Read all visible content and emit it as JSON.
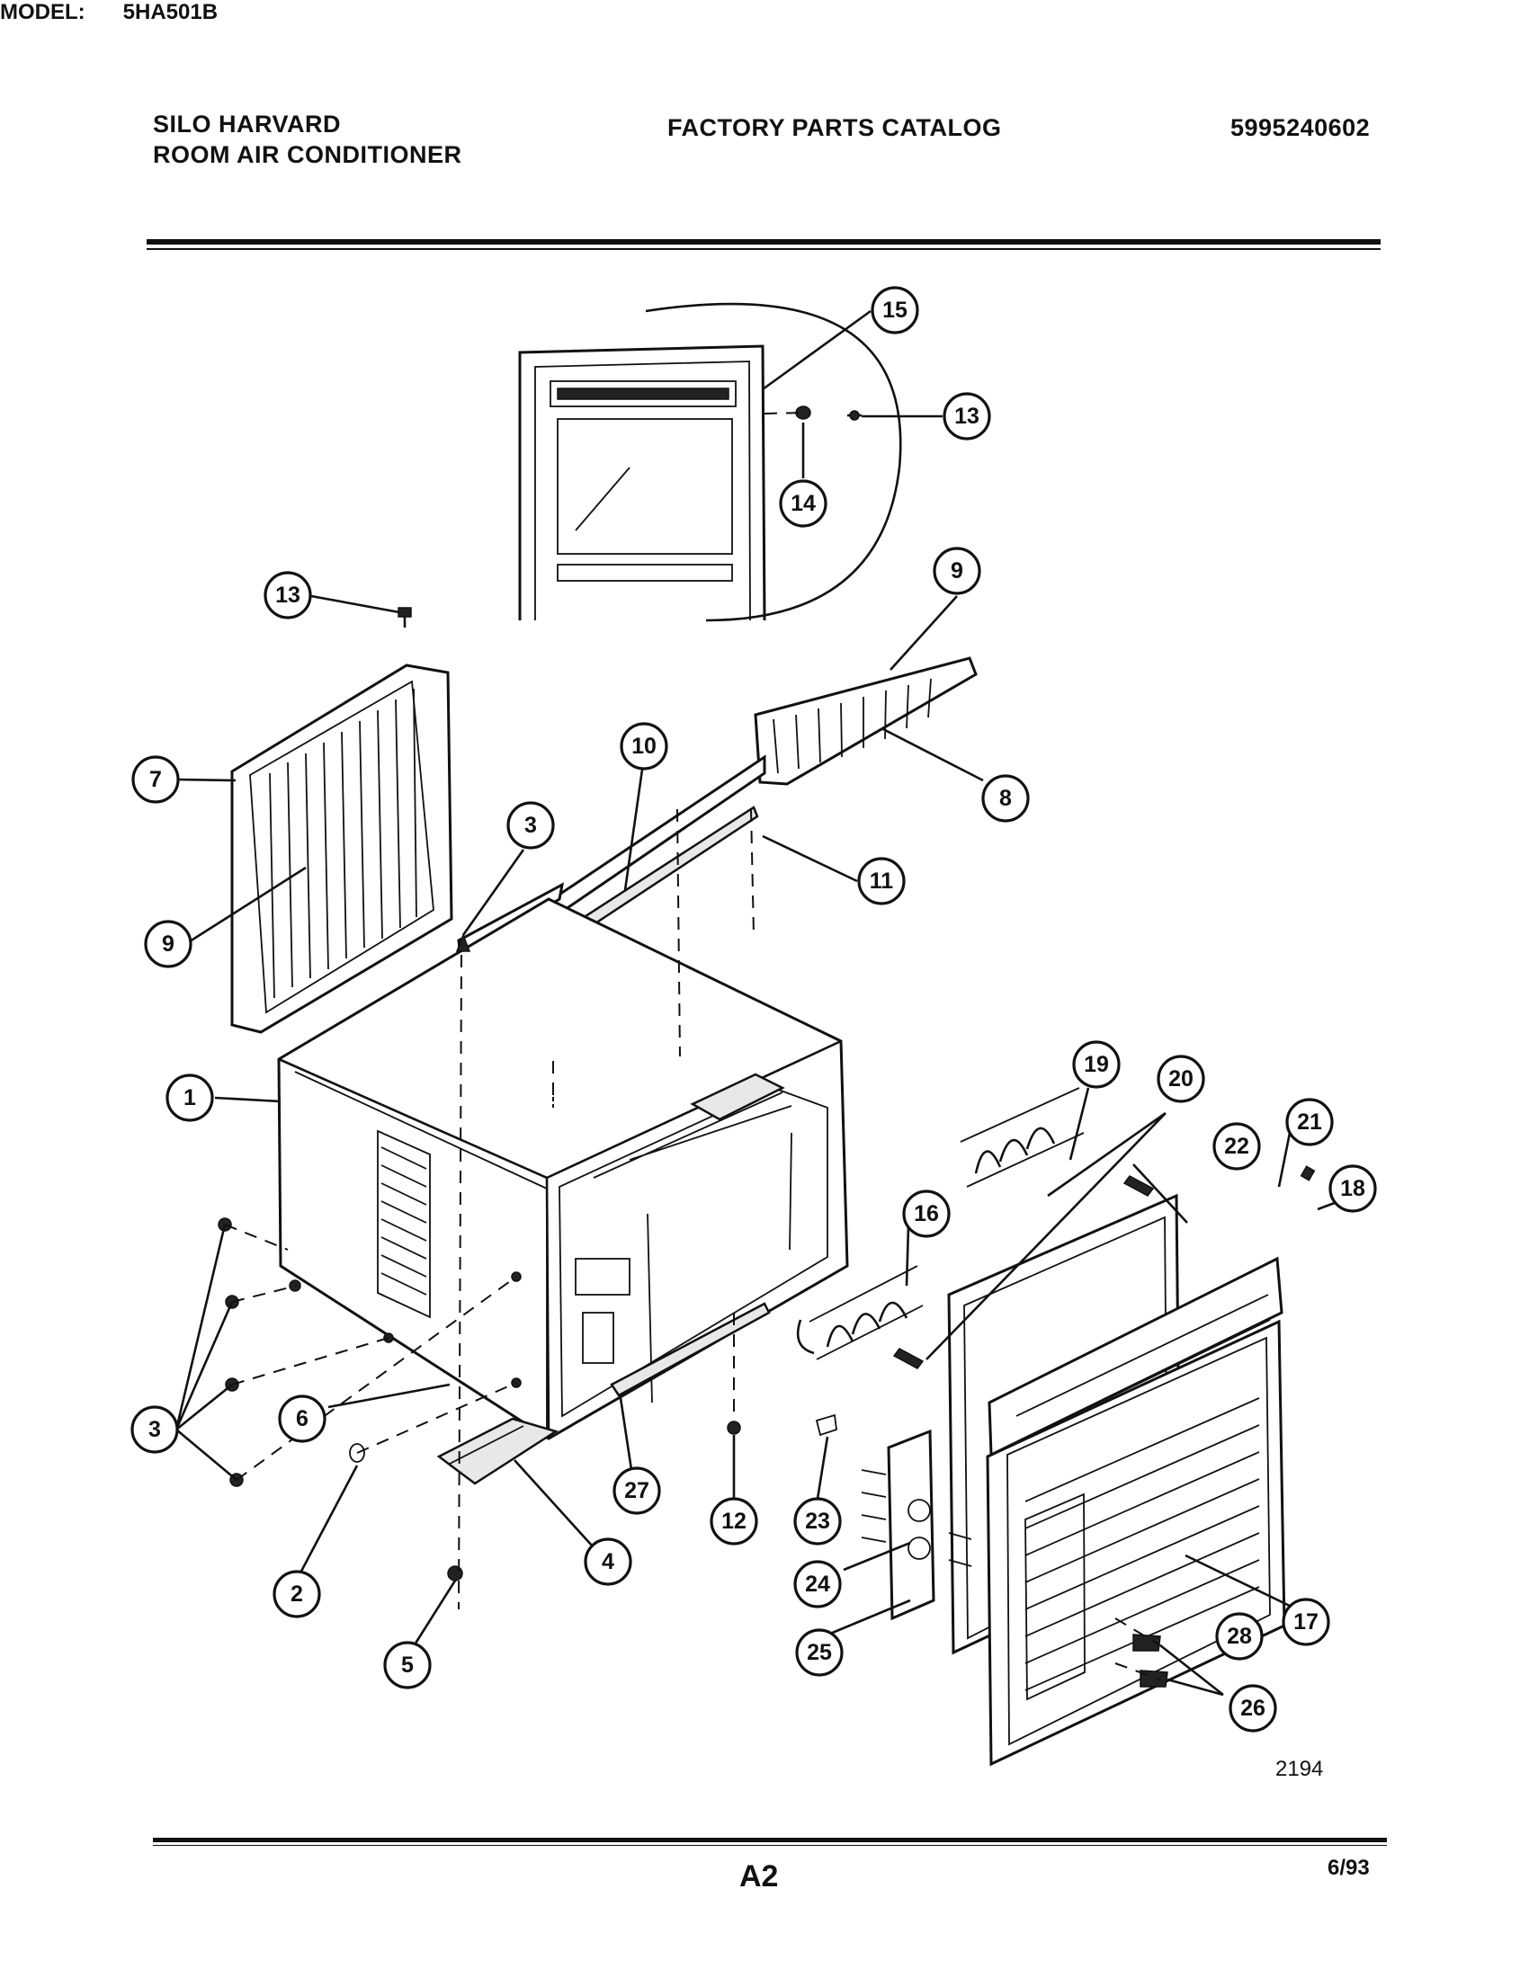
{
  "header": {
    "brand_line1": "SILO HARVARD",
    "brand_line2": "ROOM AIR CONDITIONER",
    "catalog_title": "FACTORY PARTS CATALOG",
    "part_number": "5995240602"
  },
  "model": {
    "label": "MODEL:",
    "value": "5HA501B"
  },
  "callouts": [
    "15",
    "13",
    "14",
    "13",
    "9",
    "7",
    "9",
    "8",
    "10",
    "3",
    "11",
    "1",
    "19",
    "20",
    "22",
    "21",
    "18",
    "16",
    "3",
    "6",
    "27",
    "12",
    "23",
    "24",
    "25",
    "2",
    "4",
    "5",
    "17",
    "28",
    "26"
  ],
  "figure_number": "2194",
  "footer": {
    "page_code": "A2",
    "date": "6/93"
  }
}
